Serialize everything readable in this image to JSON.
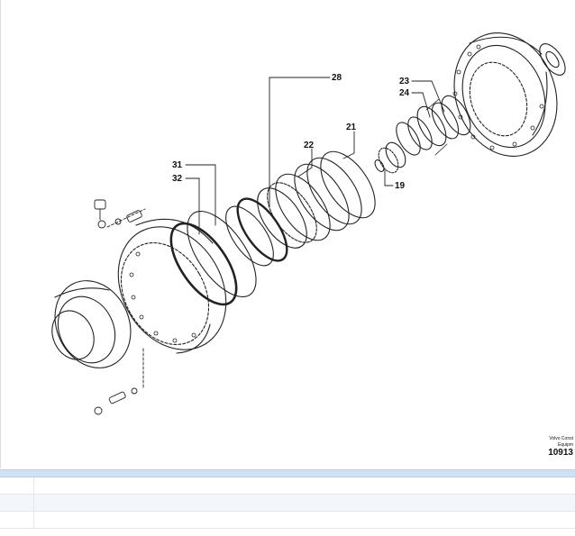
{
  "diagram": {
    "callouts": {
      "c28": "28",
      "c21": "21",
      "c22": "22",
      "c23": "23",
      "c24": "24",
      "c19": "19",
      "c31": "31",
      "c32": "32"
    },
    "footer": {
      "line1": "Volvo Const",
      "line2": "Equipm",
      "line3": "10913"
    }
  },
  "parts_table": {
    "rows": [
      {
        "pos": "",
        "description": ""
      },
      {
        "pos": "",
        "description": ""
      },
      {
        "pos": "",
        "description": ""
      }
    ]
  },
  "colors": {
    "line_art": "#222222",
    "table_header": "#cfe1f3",
    "row_alt": "#f3f6fa"
  }
}
